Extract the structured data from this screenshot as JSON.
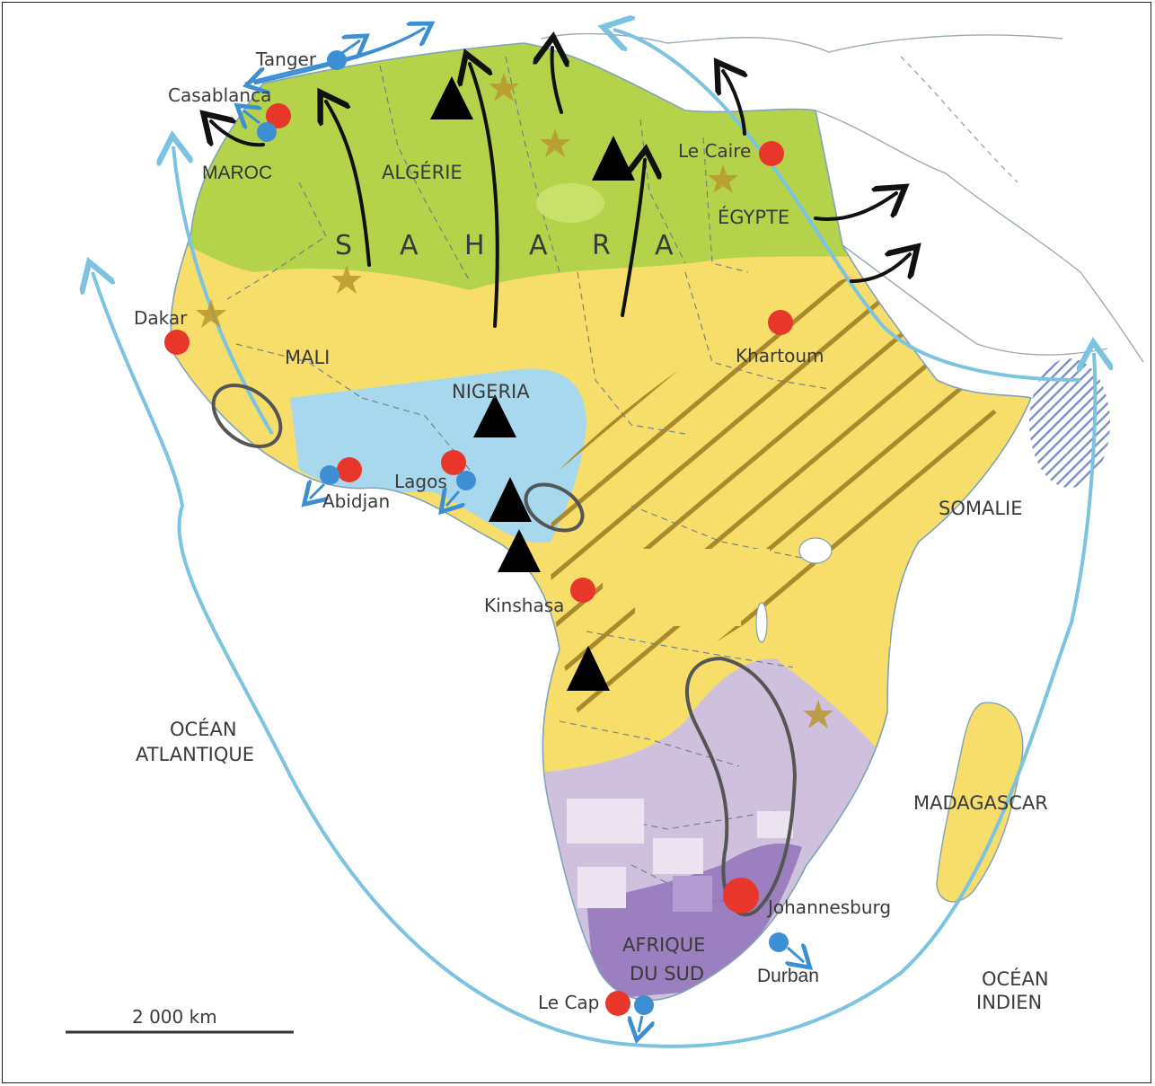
{
  "colors": {
    "north": "#b5d34a",
    "sahel": "#f7dd6a",
    "west": "#a8d8ee",
    "south": "#cfc1dd",
    "southDark": "#9c7fc0",
    "ocean_route": "#7cc3e2",
    "capital": "#e8372a",
    "port": "#3d8fd4",
    "hatch": "#a88a2c",
    "resource_star": "#b8962e",
    "triangle": "#000000",
    "flow_arrow": "#111111"
  },
  "labels": {
    "tanger": "Tanger",
    "casablanca": "Casablanca",
    "maroc": "MAROC",
    "algerie": "ALGÉRIE",
    "le_caire": "Le Caire",
    "egypte": "ÉGYPTE",
    "sahara": [
      "S",
      "A",
      "H",
      "A",
      "R",
      "A"
    ],
    "dakar": "Dakar",
    "mali": "MALI",
    "khartoum": "Khartoum",
    "nigeria": "NIGERIA",
    "abidjan": "Abidjan",
    "lagos": "Lagos",
    "somalie": "SOMALIE",
    "kinshasa": "Kinshasa",
    "ocean_atlantique": [
      "OCÉAN",
      "ATLANTIQUE"
    ],
    "madagascar": "MADAGASCAR",
    "johannesburg": "Johannesburg",
    "afrique_du_sud": [
      "AFRIQUE",
      "DU SUD"
    ],
    "durban": "Durban",
    "le_cap": "Le Cap",
    "ocean_indien": [
      "OCÉAN",
      "INDIEN"
    ],
    "scale": "2 000 km"
  }
}
